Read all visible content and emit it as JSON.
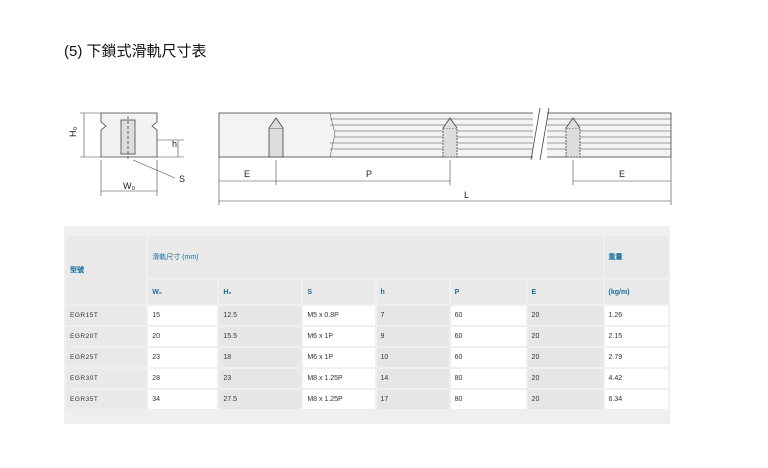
{
  "title": "(5) 下鎖式滑軌尺寸表",
  "drawing": {
    "labels": {
      "hr": "H₀",
      "h": "h",
      "s": "S",
      "wr": "W₀",
      "e_left": "E",
      "p": "P",
      "e_right": "E",
      "l": "L"
    }
  },
  "table": {
    "model_header": "型號",
    "dims_header": "滑軌尺寸 (mm)",
    "weight_header": "重量",
    "columns": [
      "W₀",
      "H₀",
      "S",
      "h",
      "P",
      "E",
      "(kg/m)"
    ],
    "rows": [
      {
        "model": "EGR15T",
        "wr": "15",
        "hr": "12.5",
        "s": "M5 x 0.8P",
        "h": "7",
        "p": "60",
        "e": "20",
        "weight": "1.26"
      },
      {
        "model": "EGR20T",
        "wr": "20",
        "hr": "15.5",
        "s": "M6 x 1P",
        "h": "9",
        "p": "60",
        "e": "20",
        "weight": "2.15"
      },
      {
        "model": "EGR25T",
        "wr": "23",
        "hr": "18",
        "s": "M6 x 1P",
        "h": "10",
        "p": "60",
        "e": "20",
        "weight": "2.79"
      },
      {
        "model": "EGR30T",
        "wr": "28",
        "hr": "23",
        "s": "M8 x 1.25P",
        "h": "14",
        "p": "80",
        "e": "20",
        "weight": "4.42"
      },
      {
        "model": "EGR35T",
        "wr": "34",
        "hr": "27.5",
        "s": "M8 x 1.25P",
        "h": "17",
        "p": "80",
        "e": "20",
        "weight": "6.34"
      }
    ]
  }
}
